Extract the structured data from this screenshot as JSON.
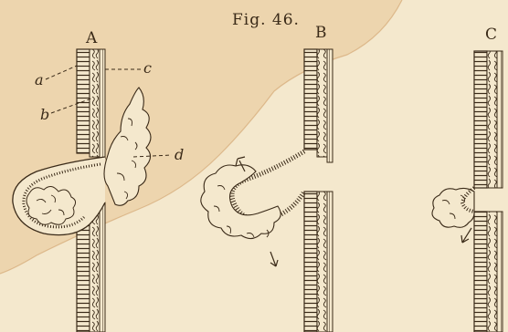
{
  "figure": {
    "title": "Fig. 46.",
    "panel_labels": [
      "A",
      "B",
      "C"
    ],
    "part_labels": [
      "a",
      "b",
      "c",
      "d"
    ]
  },
  "colors": {
    "ink": "#3a2a18",
    "paper": "#f4e8cd",
    "stain": "#e8c596"
  }
}
